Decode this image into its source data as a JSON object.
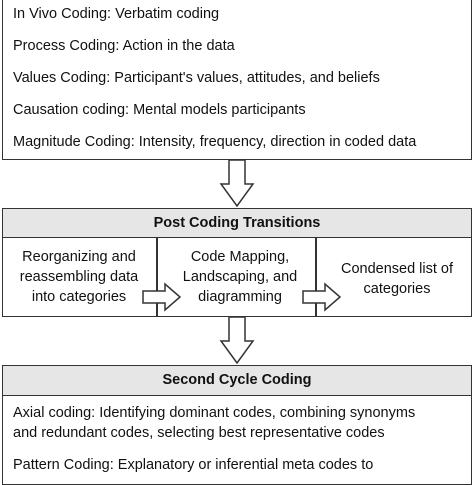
{
  "first_cycle": {
    "methods": [
      "In Vivo Coding: Verbatim coding",
      "Process Coding: Action in the data",
      "Values Coding: Participant's values, attitudes, and beliefs",
      "Causation coding: Mental models participants",
      "Magnitude Coding: Intensity, frequency, direction in coded data"
    ]
  },
  "post_coding": {
    "title": "Post Coding Transitions",
    "steps": [
      [
        "Reorganizing and",
        "reassembling data",
        "into categories"
      ],
      [
        "Code Mapping,",
        "Landscaping, and",
        "diagramming"
      ],
      [
        "Condensed list of",
        "categories"
      ]
    ]
  },
  "second_cycle": {
    "title": "Second Cycle Coding",
    "methods": [
      "Axial coding: Identifying dominant codes, combining synonyms",
      "and redundant codes, selecting best representative codes",
      "Pattern Coding: Explanatory or inferential meta codes to"
    ]
  },
  "colors": {
    "border": "#333333",
    "header_fill": "#e6e6e6",
    "arrow_fill": "#ffffff"
  }
}
